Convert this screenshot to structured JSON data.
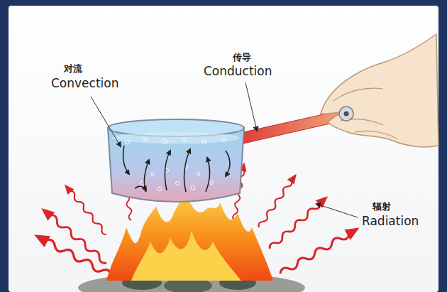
{
  "diagram": {
    "labels": [
      "对流",
      "Convection",
      "传导",
      "Conduction",
      "辐射",
      "Radiation"
    ]
  }
}
